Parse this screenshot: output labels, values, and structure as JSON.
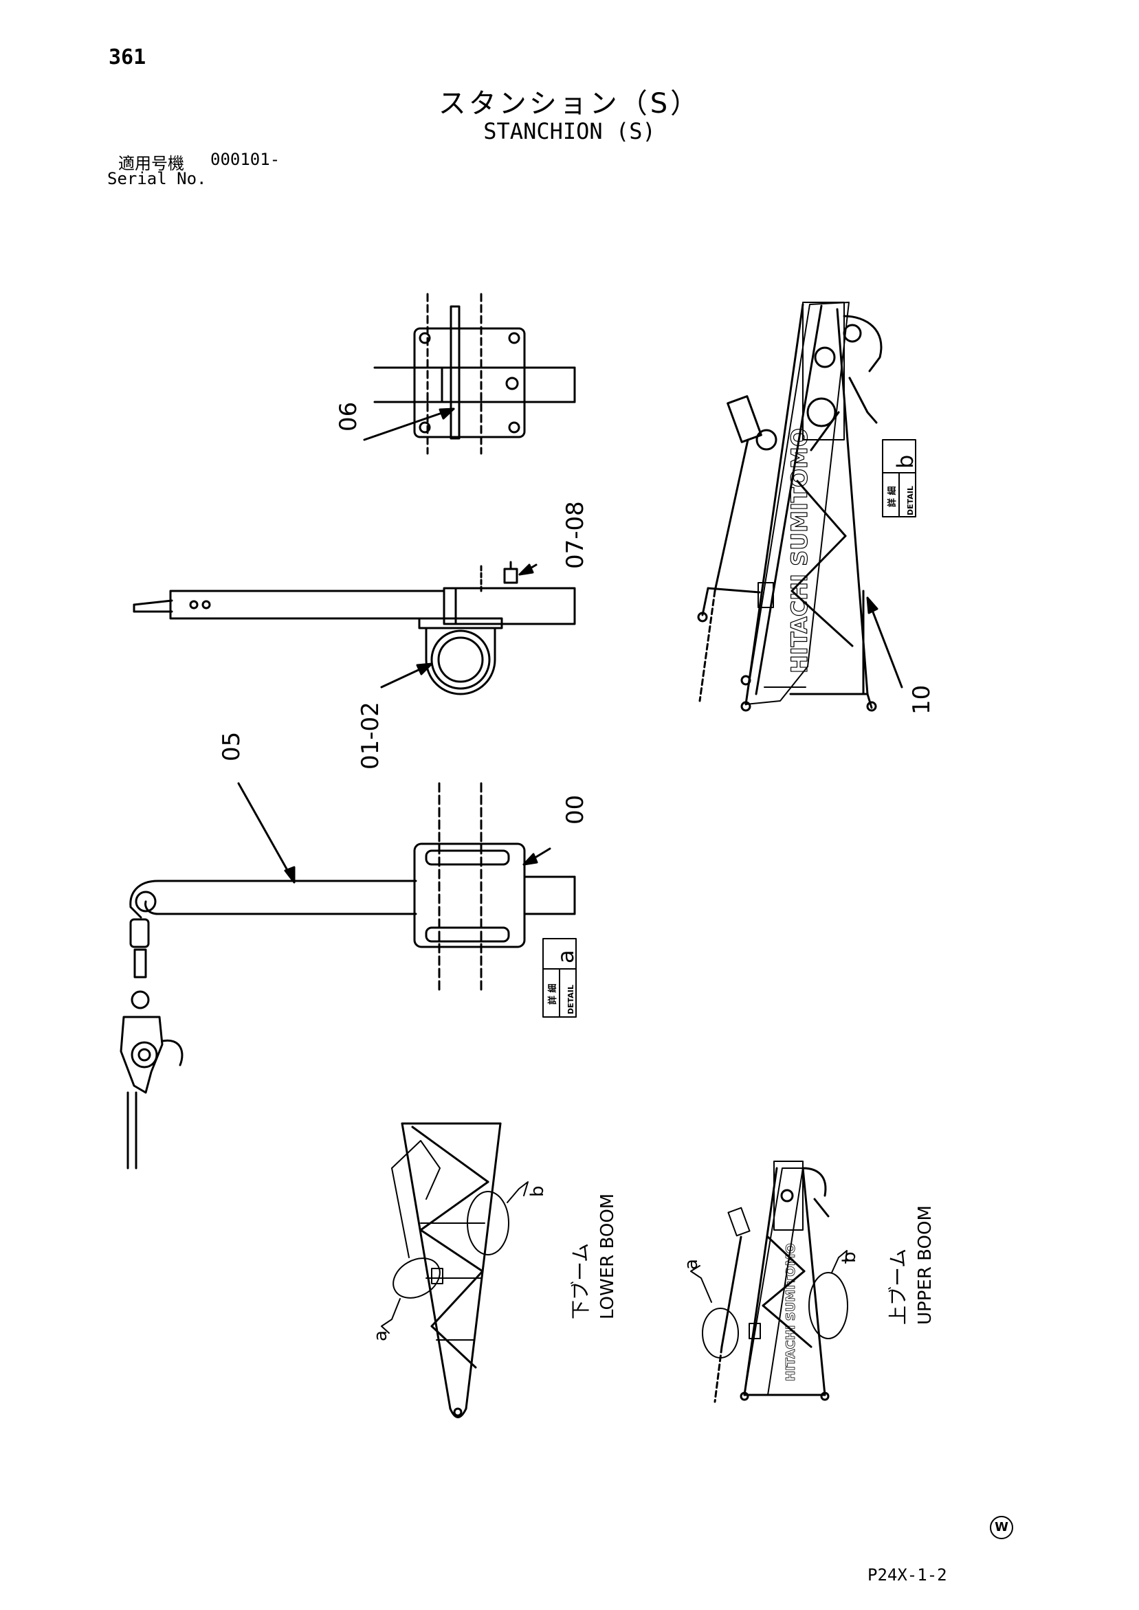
{
  "header": {
    "page_number": "361",
    "title_ja": "スタンション（S）",
    "title_en": "STANCHION (S)",
    "serial_label_ja": "適用号機",
    "serial_value": "000101-",
    "serial_label_en": "Serial No."
  },
  "callouts": {
    "c06": "06",
    "c0708": "07-08",
    "c0102": "01-02",
    "c05": "05",
    "c00": "00",
    "c10": "10"
  },
  "details": {
    "a_label": "a",
    "b_label": "b",
    "detail_text": "DETAIL",
    "detail_ja": "詳 細"
  },
  "booms": {
    "lower_ja": "下ブーム",
    "lower_en": "LOWER BOOM",
    "upper_ja": "上ブーム",
    "upper_en": "UPPER BOOM",
    "marker_a": "a",
    "marker_b": "b",
    "lower_marker_a": "a",
    "lower_marker_b": "b",
    "brand": "HITACHI SUMITOMO",
    "brand_small": "HITACHI SUMITOMO"
  },
  "footer": {
    "doc_code": "P24X-1-2",
    "w_mark": "W"
  }
}
